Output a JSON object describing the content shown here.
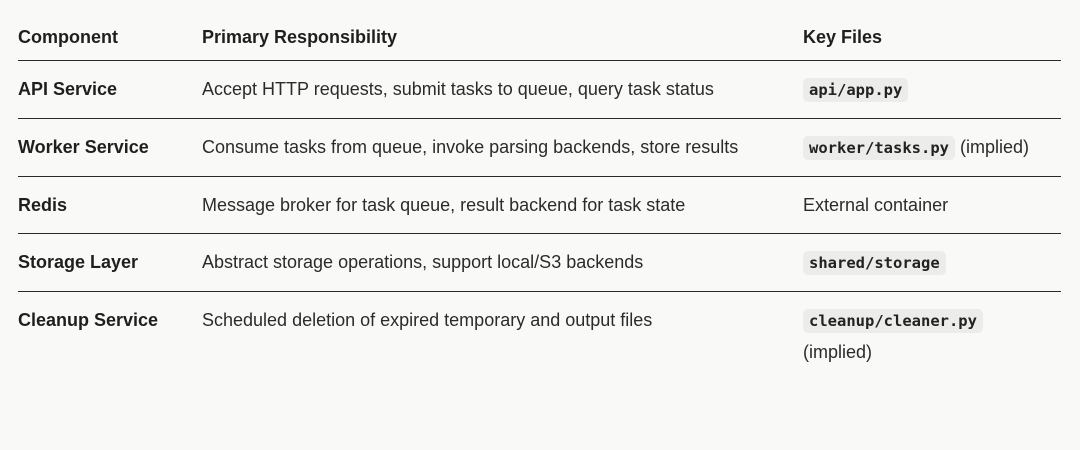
{
  "headers": {
    "component": "Component",
    "responsibility": "Primary Responsibility",
    "files": "Key Files"
  },
  "rows": [
    {
      "component": "API Service",
      "responsibility": "Accept HTTP requests, submit tasks to queue, query task status",
      "file": "api/app.py",
      "note": ""
    },
    {
      "component": "Worker Service",
      "responsibility": "Consume tasks from queue, invoke parsing backends, store results",
      "file": "worker/tasks.py",
      "note": "(implied)"
    },
    {
      "component": "Redis",
      "responsibility": "Message broker for task queue, result backend for task state",
      "file": "",
      "note": "External container"
    },
    {
      "component": "Storage Layer",
      "responsibility": "Abstract storage operations, support local/S3 backends",
      "file": "shared/storage",
      "note": ""
    },
    {
      "component": "Cleanup Service",
      "responsibility": "Scheduled deletion of expired temporary and output files",
      "file": "cleanup/cleaner.py",
      "note": "(implied)"
    }
  ]
}
